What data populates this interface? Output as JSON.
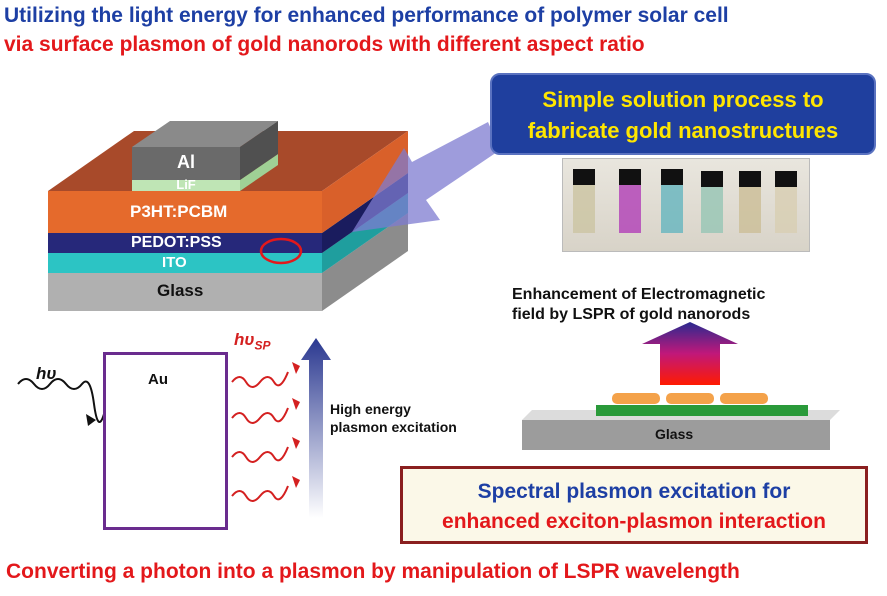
{
  "title": {
    "line1": "Utilizing the light energy for enhanced performance of polymer solar cell",
    "line2": "via surface plasmon of gold nanorods with different aspect ratio"
  },
  "device_layers": {
    "al": "Al",
    "lif": "LiF",
    "active": "P3HT:PCBM",
    "pedot": "PEDOT:PSS",
    "ito": "ITO",
    "glass": "Glass"
  },
  "process_box": {
    "line1": "Simple solution process to",
    "line2": "fabricate gold nanostructures"
  },
  "enhancement": {
    "line1": "Enhancement of Electromagnetic",
    "line2": "field by LSPR of gold nanorods"
  },
  "substrate_label": "Glass",
  "photon_in": {
    "symbol": "h",
    "nu": "υ"
  },
  "photon_sp": {
    "symbol": "h",
    "nu": "υ",
    "sub": "SP"
  },
  "au_label": "Au",
  "excitation": {
    "line1": "High energy",
    "line2": "plasmon excitation"
  },
  "spectral_box": {
    "line1": "Spectral plasmon excitation for",
    "line2": "enhanced exciton-plasmon interaction"
  },
  "bottom_caption": "Converting a photon into a plasmon by manipulation of LSPR wavelength",
  "colors": {
    "title_blue": "#1d3fa4",
    "title_red": "#e3181b",
    "box_blue": "#1f3f9e",
    "box_yellow_text": "#ffe600",
    "nanorod_orange": "#f4a24a",
    "frame_purple": "#6a2c8e"
  }
}
